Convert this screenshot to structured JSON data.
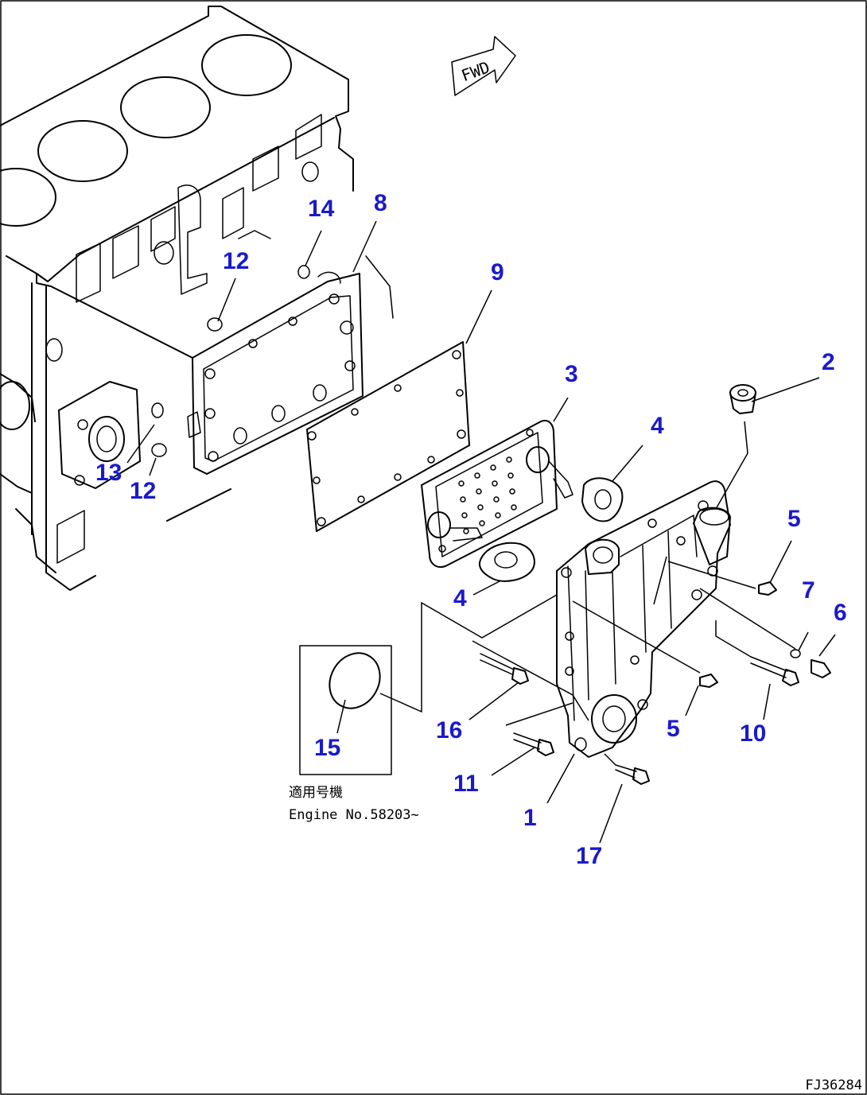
{
  "diagram": {
    "forward_label": "FWD",
    "callouts": [
      {
        "id": "c1",
        "text": "1"
      },
      {
        "id": "c2",
        "text": "2"
      },
      {
        "id": "c3",
        "text": "3"
      },
      {
        "id": "c4a",
        "text": "4"
      },
      {
        "id": "c4b",
        "text": "4"
      },
      {
        "id": "c5a",
        "text": "5"
      },
      {
        "id": "c5b",
        "text": "5"
      },
      {
        "id": "c6",
        "text": "6"
      },
      {
        "id": "c7",
        "text": "7"
      },
      {
        "id": "c8",
        "text": "8"
      },
      {
        "id": "c9",
        "text": "9"
      },
      {
        "id": "c10",
        "text": "10"
      },
      {
        "id": "c11",
        "text": "11"
      },
      {
        "id": "c12a",
        "text": "12"
      },
      {
        "id": "c12b",
        "text": "12"
      },
      {
        "id": "c13",
        "text": "13"
      },
      {
        "id": "c14",
        "text": "14"
      },
      {
        "id": "c15",
        "text": "15"
      },
      {
        "id": "c16",
        "text": "16"
      },
      {
        "id": "c17",
        "text": "17"
      }
    ],
    "applicability_note": {
      "line1": "適用号機",
      "line2": "Engine No.58203~"
    },
    "figure_code": "FJ36284"
  }
}
